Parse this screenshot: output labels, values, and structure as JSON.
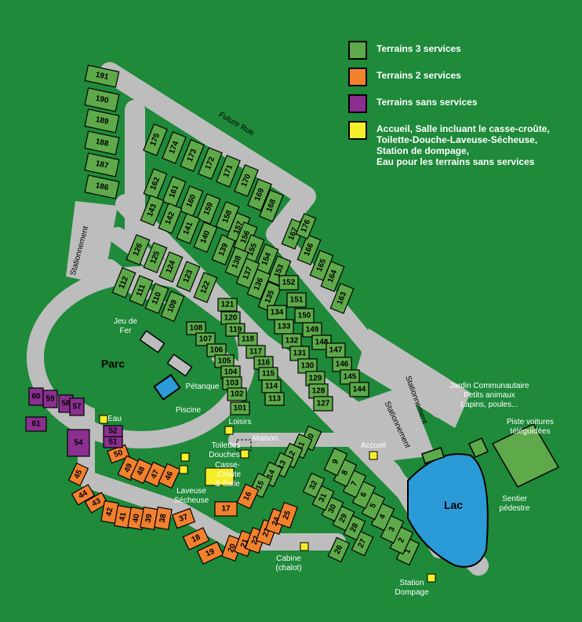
{
  "colors": {
    "background": "#1e8a3a",
    "road": "#bdbdbd",
    "three_services": "#5eaa4a",
    "two_services": "#f2812e",
    "no_services": "#8a2f8f",
    "reception": "#f5ee2a",
    "lake": "#2b9bd8"
  },
  "legend": [
    {
      "key": "three_services",
      "label": "Terrains 3 services"
    },
    {
      "key": "two_services",
      "label": "Terrains 2 services"
    },
    {
      "key": "no_services",
      "label": "Terrains sans services"
    },
    {
      "key": "reception",
      "lines": [
        "Accueil, Salle incluant le casse-croûte,",
        "Toilette-Douche-Laveuse-Sécheuse,",
        "Station de dompage,",
        "Eau pour les terrains sans services"
      ]
    }
  ],
  "labels": {
    "future_rue": "Future Rue",
    "stationnement_west": "Stationnement",
    "stationnement_east": "Stationnement",
    "stationnement_south": "Stationnement",
    "parc": "Parc",
    "jeu_de_fer_1": "Jeu de",
    "jeu_de_fer_2": "Fer",
    "petanque": "Pétanque",
    "piscine": "Piscine",
    "loisirs": "Loisirs",
    "maison": "Maison",
    "eau": "Eau",
    "toilettes_1": "Toilettes",
    "toilettes_2": "Douches",
    "casse_1": "Casse-",
    "casse_2": "Croûte",
    "casse_3": "& Salle",
    "laveuse_1": "Laveuse",
    "laveuse_2": "Sécheuse",
    "accueil": "Accueil",
    "cabine_1": "Cabine",
    "cabine_2": "(chalot)",
    "station_1": "Station",
    "station_2": "Dompage",
    "lac": "Lac",
    "jardin_1": "Jardin Communautaire",
    "jardin_2": "Petits animaux",
    "jardin_3": "Lapins, poules...",
    "piste_1": "Piste voitures",
    "piste_2": "téléguidées",
    "sentier_1": "Sentier",
    "sentier_2": "pédestre"
  },
  "lots": {
    "three_services": [
      "191",
      "190",
      "189",
      "188",
      "187",
      "186",
      "175",
      "174",
      "173",
      "172",
      "171",
      "170",
      "169",
      "168",
      "162",
      "161",
      "160",
      "159",
      "158",
      "143",
      "142",
      "141",
      "140",
      "139",
      "157",
      "156",
      "155",
      "154",
      "153",
      "138",
      "137",
      "136",
      "135",
      "134",
      "133",
      "132",
      "131",
      "130",
      "129",
      "128",
      "127",
      "152",
      "151",
      "150",
      "149",
      "148",
      "147",
      "146",
      "145",
      "144",
      "167",
      "166",
      "165",
      "164",
      "163",
      "176",
      "126",
      "125",
      "124",
      "123",
      "122",
      "112",
      "111",
      "110",
      "109",
      "121",
      "120",
      "119",
      "118",
      "117",
      "116",
      "115",
      "114",
      "113",
      "108",
      "107",
      "106",
      "105",
      "104",
      "103",
      "102",
      "101",
      "1",
      "2",
      "3",
      "4",
      "5",
      "6",
      "7",
      "8",
      "9",
      "10",
      "11",
      "12",
      "13",
      "14",
      "15",
      "26",
      "27",
      "28",
      "29",
      "30",
      "31",
      "32"
    ],
    "two_services": [
      "50",
      "49",
      "48",
      "47",
      "46",
      "45",
      "44",
      "43",
      "42",
      "41",
      "40",
      "39",
      "38",
      "37",
      "16",
      "17",
      "18",
      "19",
      "20",
      "21",
      "22",
      "23",
      "24",
      "25"
    ],
    "no_services": [
      "60",
      "59",
      "58",
      "57",
      "61",
      "52",
      "51",
      "54"
    ]
  }
}
